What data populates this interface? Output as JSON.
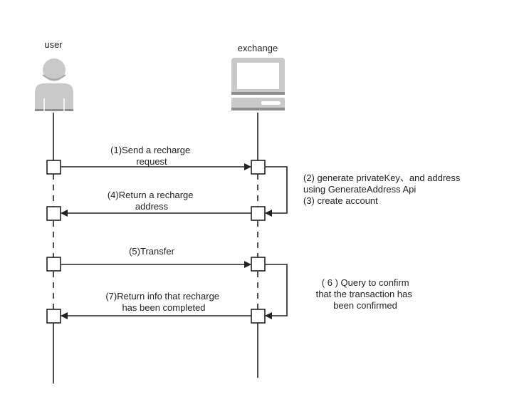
{
  "actors": {
    "user": {
      "label": "user",
      "icon": "user-icon"
    },
    "exchange": {
      "label": "exchange",
      "icon": "computer-icon"
    }
  },
  "messages": [
    {
      "id": "m1",
      "lines": [
        "(1)Send a recharge",
        "request"
      ],
      "direction": "user-to-exchange"
    },
    {
      "id": "m4",
      "lines": [
        "(4)Return a recharge",
        "address"
      ],
      "direction": "exchange-to-user"
    },
    {
      "id": "m5",
      "lines": [
        "(5)Transfer"
      ],
      "direction": "user-to-exchange"
    },
    {
      "id": "m7",
      "lines": [
        "(7)Return info that recharge",
        "has been completed"
      ],
      "direction": "exchange-to-user"
    }
  ],
  "self_calls": [
    {
      "id": "s23",
      "lines": [
        "(2) generate privateKey、and address",
        "using GenerateAddress Api",
        "(3) create account"
      ]
    },
    {
      "id": "s6",
      "lines": [
        "( 6 ) Query to confirm",
        "that the transaction has",
        "been confirmed"
      ]
    }
  ],
  "colors": {
    "line": "#222222",
    "icon_fill": "#c9c9c9",
    "icon_dark": "#8e8e8e",
    "box_fill": "#ffffff"
  }
}
